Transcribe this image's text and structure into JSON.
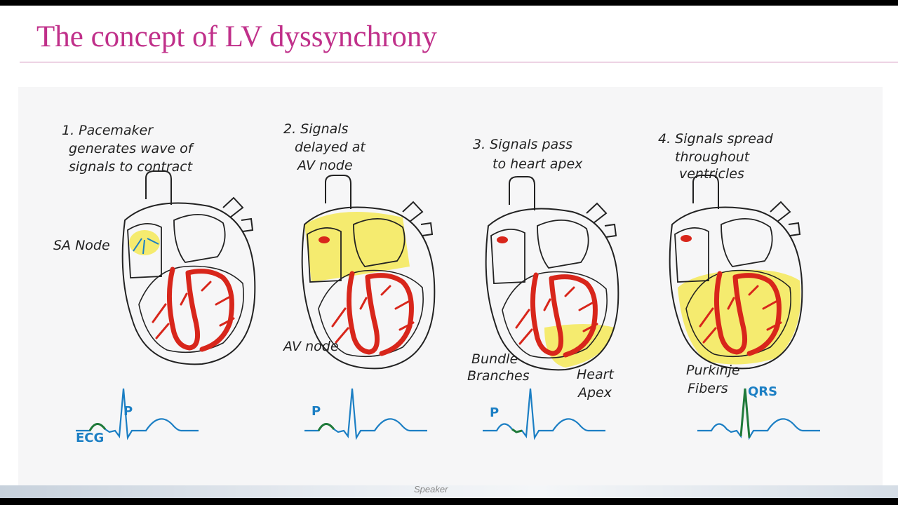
{
  "slide": {
    "title": "The concept of LV dyssynchrony",
    "speaker_label": "Speaker"
  },
  "colors": {
    "title": "#c0308a",
    "conduction": "#d8261b",
    "activation_fill": "#f5ea5f",
    "ecg_blue": "#1c7fc4",
    "ecg_green": "#1f7a3a"
  },
  "steps": [
    {
      "caption_lines": [
        "1.  Pacemaker",
        "generates wave of",
        "signals to contract"
      ],
      "labels": [
        "SA Node"
      ],
      "ecg_labels": [
        "ECG",
        "P"
      ]
    },
    {
      "caption_lines": [
        "2. Signals",
        "delayed at",
        "AV node"
      ],
      "labels": [
        "AV node"
      ],
      "ecg_labels": [
        "P"
      ]
    },
    {
      "caption_lines": [
        "3. Signals pass",
        "to heart apex"
      ],
      "labels": [
        "Bundle",
        "Branches",
        "Heart",
        "Apex"
      ],
      "ecg_labels": [
        "P"
      ]
    },
    {
      "caption_lines": [
        "4. Signals spread",
        "throughout",
        "ventricles"
      ],
      "labels": [
        "Purkinje",
        "Fibers"
      ],
      "ecg_labels": [
        "QRS"
      ]
    }
  ]
}
